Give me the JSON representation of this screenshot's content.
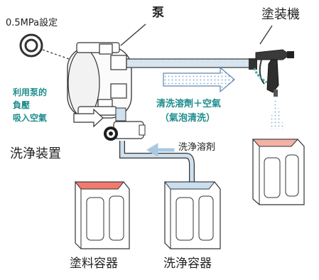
{
  "labels": {
    "pressure_setting": "0.5MPa設定",
    "pump": "泵",
    "spray_gun": "塗装機",
    "negative_pressure": [
      "利用泵的",
      "負壓",
      "吸入空氣"
    ],
    "solvent_air": [
      "清洗溶劑＋空氣",
      "（氣泡清洗）"
    ],
    "wash_device": "洗浄装置",
    "wash_solvent": "洗浄溶剤",
    "paint_container": "塗料容器",
    "wash_container": "洗浄容器"
  },
  "colors": {
    "accent_teal": "#1f8c8c",
    "pipe_blue": "#cfe0ee",
    "arrow_blue": "#a9c8e2",
    "paint_red": "#f07a6e",
    "solvent_blue": "#c9dff0",
    "outline": "#333333"
  },
  "icons": [
    "pressure-gauge-icon",
    "pump-icon",
    "spray-gun-icon",
    "wash-device-icon",
    "container-icon"
  ]
}
